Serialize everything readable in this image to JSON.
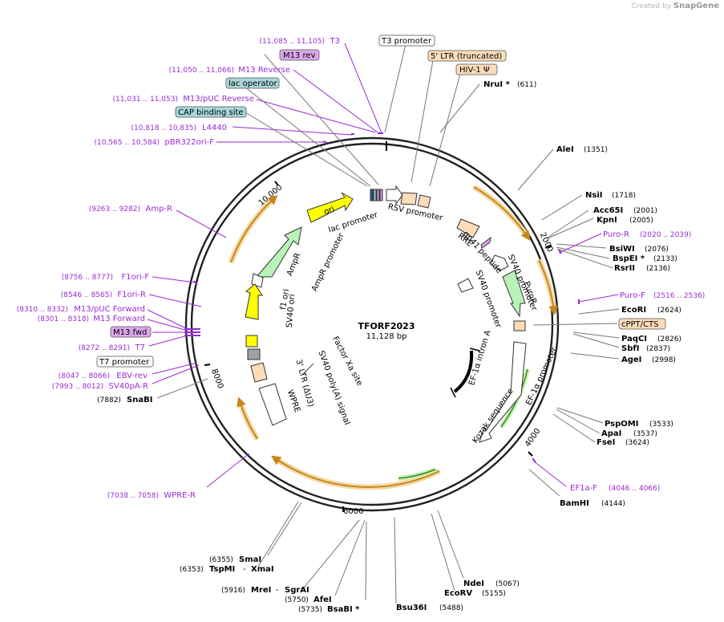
{
  "watermark": {
    "created_by": "Created by",
    "brand": "SnapGene"
  },
  "plasmid": {
    "name": "TFORF2023",
    "size": "11,128 bp",
    "length": 11128
  },
  "ticks": [
    "2000",
    "4000",
    "6000",
    "8000",
    "10,000"
  ],
  "box_labels": {
    "t3_promoter": "T3 promoter",
    "ltr5": "5' LTR (truncated)",
    "hiv": "HIV-1 Ψ",
    "m13rev": "M13 rev",
    "lac_operator": "lac operator",
    "cap": "CAP binding site",
    "m13fwd": "M13 fwd",
    "t7_promoter": "T7 promoter",
    "puror": "PuroR",
    "cppt": "cPPT/CTS",
    "ori": "ori"
  },
  "primers": [
    {
      "name": "T3",
      "pos": "(11,085 .. 11,105)"
    },
    {
      "name": "M13 Reverse",
      "pos": "(11,050 .. 11,066)"
    },
    {
      "name": "M13/pUC Reverse",
      "pos": "(11,031 .. 11,053)"
    },
    {
      "name": "L4440",
      "pos": "(10,818 .. 10,835)"
    },
    {
      "name": "pBR322ori-F",
      "pos": "(10,565 .. 10,584)"
    },
    {
      "name": "Amp-R",
      "pos": "(9263 .. 9282)"
    },
    {
      "name": "F1ori-F",
      "pos": "(8756 .. 8777)"
    },
    {
      "name": "F1ori-R",
      "pos": "(8546 .. 8565)"
    },
    {
      "name": "M13/pUC Forward",
      "pos": "(8310 .. 8332)"
    },
    {
      "name": "M13 Forward",
      "pos": "(8301 .. 8318)"
    },
    {
      "name": "T7",
      "pos": "(8272 .. 8291)"
    },
    {
      "name": "EBV-rev",
      "pos": "(8047 .. 8066)"
    },
    {
      "name": "SV40pA-R",
      "pos": "(7993 .. 8012)"
    },
    {
      "name": "WPRE-R",
      "pos": "(7038 .. 7058)"
    },
    {
      "name": "Puro-R",
      "pos": "(2020 .. 2039)"
    },
    {
      "name": "Puro-F",
      "pos": "(2516 .. 2536)"
    },
    {
      "name": "EF1a-F",
      "pos": "(4046 .. 4066)"
    }
  ],
  "enzymes": [
    {
      "name": "NruI *",
      "pos": "(611)"
    },
    {
      "name": "AleI",
      "pos": "(1351)"
    },
    {
      "name": "NsiI",
      "pos": "(1718)"
    },
    {
      "name": "Acc65I",
      "pos": "(2001)"
    },
    {
      "name": "KpnI",
      "pos": "(2005)"
    },
    {
      "name": "BsiWI",
      "pos": "(2076)"
    },
    {
      "name": "BspEI *",
      "pos": "(2133)"
    },
    {
      "name": "RsrII",
      "pos": "(2136)"
    },
    {
      "name": "EcoRI",
      "pos": "(2624)"
    },
    {
      "name": "PaqCI",
      "pos": "(2826)"
    },
    {
      "name": "SbfI",
      "pos": "(2837)"
    },
    {
      "name": "AgeI",
      "pos": "(2998)"
    },
    {
      "name": "PspOMI",
      "pos": "(3533)"
    },
    {
      "name": "ApaI",
      "pos": "(3537)"
    },
    {
      "name": "FseI",
      "pos": "(3624)"
    },
    {
      "name": "BamHI",
      "pos": "(4144)"
    },
    {
      "name": "NdeI",
      "pos": "(5067)"
    },
    {
      "name": "EcoRV",
      "pos": "(5155)"
    },
    {
      "name": "Bsu36I",
      "pos": "(5488)"
    },
    {
      "name": "BsaBI *",
      "pos": "(5735)"
    },
    {
      "name": "AfeI",
      "pos": "(5750)"
    },
    {
      "name": "MreI",
      "pos": "(5916)"
    },
    {
      "name": "SgrAI",
      "pos": "(5916)"
    },
    {
      "name": "SmaI",
      "pos": "(6355)"
    },
    {
      "name": "TspMI",
      "pos": "(6353)"
    },
    {
      "name": "XmaI",
      "pos": "(6353)"
    },
    {
      "name": "SnaBI",
      "pos": "(7882)"
    }
  ],
  "features": {
    "rsv": "RSV promoter",
    "lac": "lac promoter",
    "rre": "RRE",
    "gp41": "gp41 peptide",
    "sv40p1": "SV40 promoter",
    "sv40p2": "SV40 promoter",
    "ampr": "AmpR",
    "amprp": "AmpR promoter",
    "f1": "f1 ori",
    "sv40ori": "SV40 ori",
    "sv40pa": "SV40 poly(A) signal",
    "ltr3": "3' LTR (ΔU3)",
    "wpre": "WPRE",
    "factorxa": "Factor Xa site",
    "intron": "EF-1α intron A",
    "ef1p": "EF-1α promoter",
    "kozak": "Kozak sequence"
  },
  "colors": {
    "primer": "#9a2ad6",
    "orf_highlight": "#f3d9a6",
    "orf_arrow": "#c8861a",
    "ori": "#ffff00",
    "ampr": "#b9f2b9",
    "rre_box": "#fddcb9",
    "box_purple": "#dca6ee",
    "box_teal": "#a7d7d9"
  }
}
